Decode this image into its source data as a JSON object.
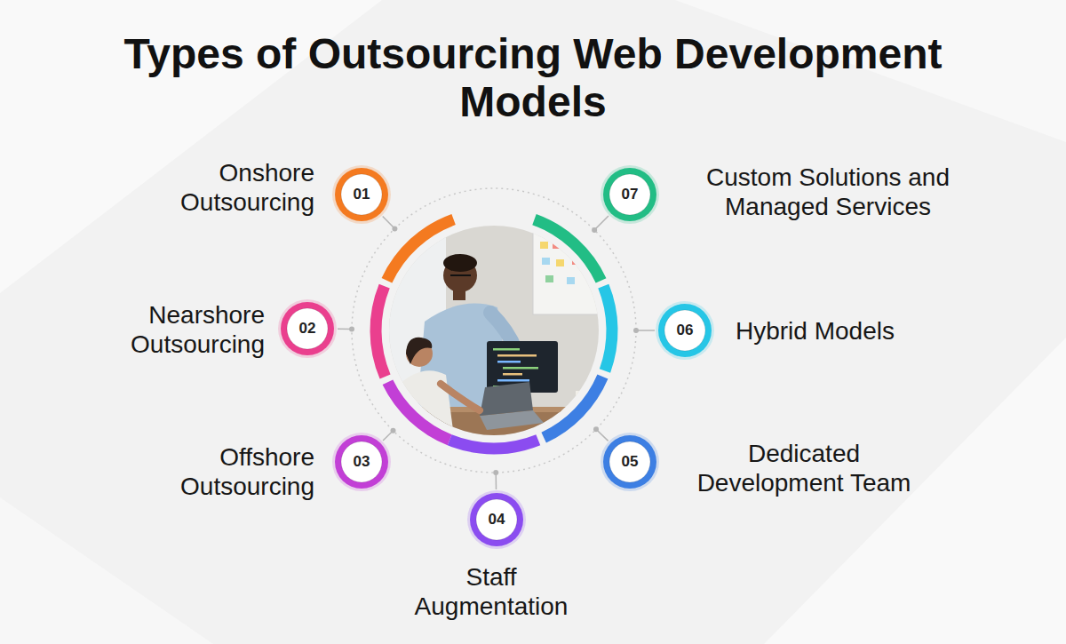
{
  "diagram": {
    "title": "Types of Outsourcing Web Development Models",
    "nodes": [
      {
        "text": [
          "01",
          "Onshore Outsourcing"
        ]
      },
      {
        "text": [
          "02",
          "Nearshore Outsourcing"
        ]
      },
      {
        "text": [
          "03",
          "Offshore Outsourcing"
        ]
      },
      {
        "text": [
          "04",
          "Staff Augmentation"
        ]
      },
      {
        "text": [
          "05",
          "Dedicated Development Team"
        ]
      },
      {
        "text": [
          "06",
          "Hybrid Models"
        ]
      },
      {
        "text": [
          "07",
          "Custom Solutions and Managed Services"
        ]
      }
    ]
  }
}
